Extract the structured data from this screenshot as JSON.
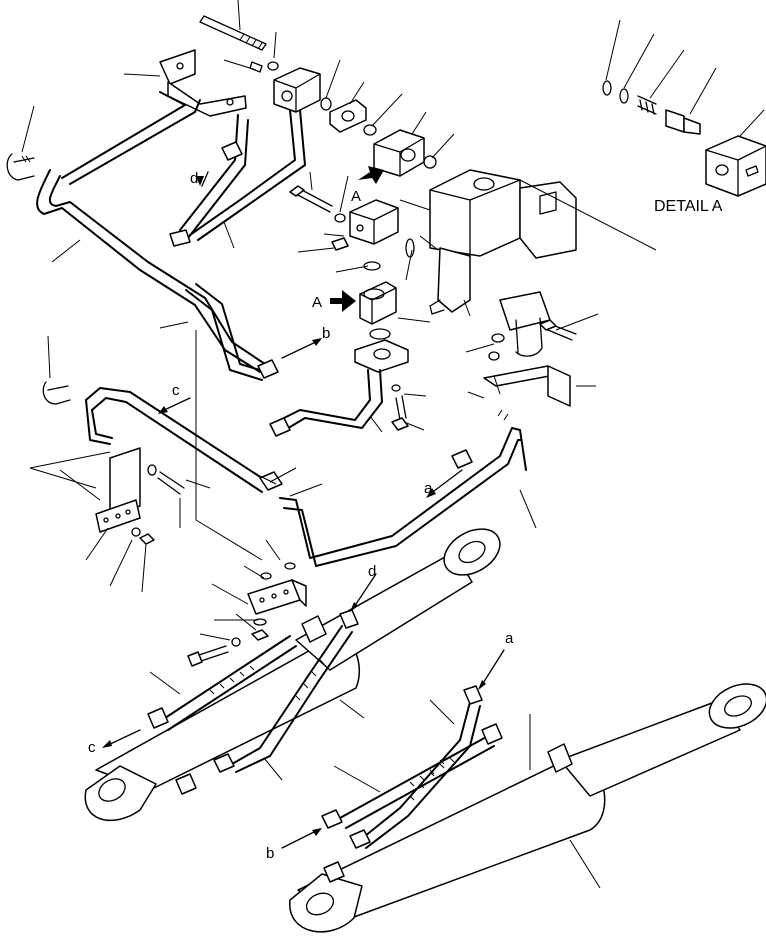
{
  "callouts": {
    "detail_a": "DETAIL A",
    "view_a_upper": "A",
    "view_a_lower": "A",
    "conn_a_top": "a",
    "conn_a_bottom": "a",
    "conn_b_top": "b",
    "conn_b_bottom": "b",
    "conn_c_top": "c",
    "conn_c_bottom": "c",
    "conn_d_top": "d",
    "conn_d_bottom": "d"
  }
}
